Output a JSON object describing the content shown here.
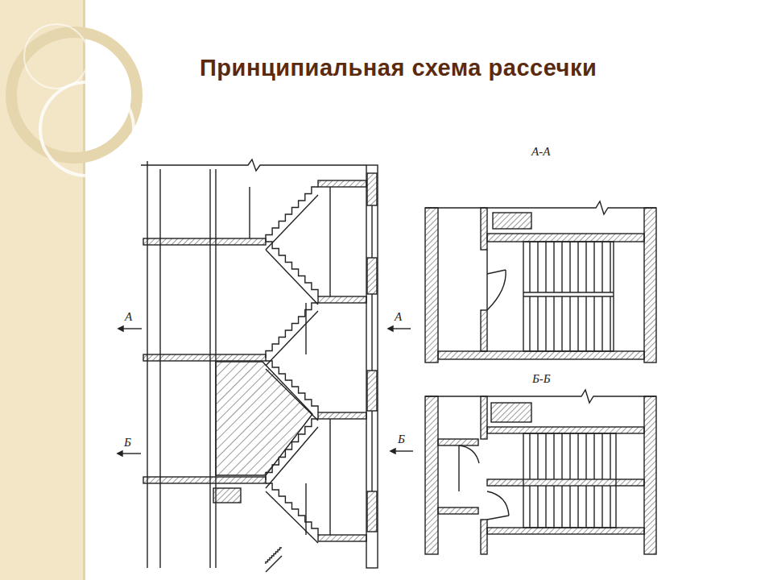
{
  "diagram": {
    "title": "Принципиальная схема рассечки",
    "labels": [
      "А-А",
      "А",
      "А",
      "Б-Б",
      "Б",
      "Б"
    ]
  }
}
